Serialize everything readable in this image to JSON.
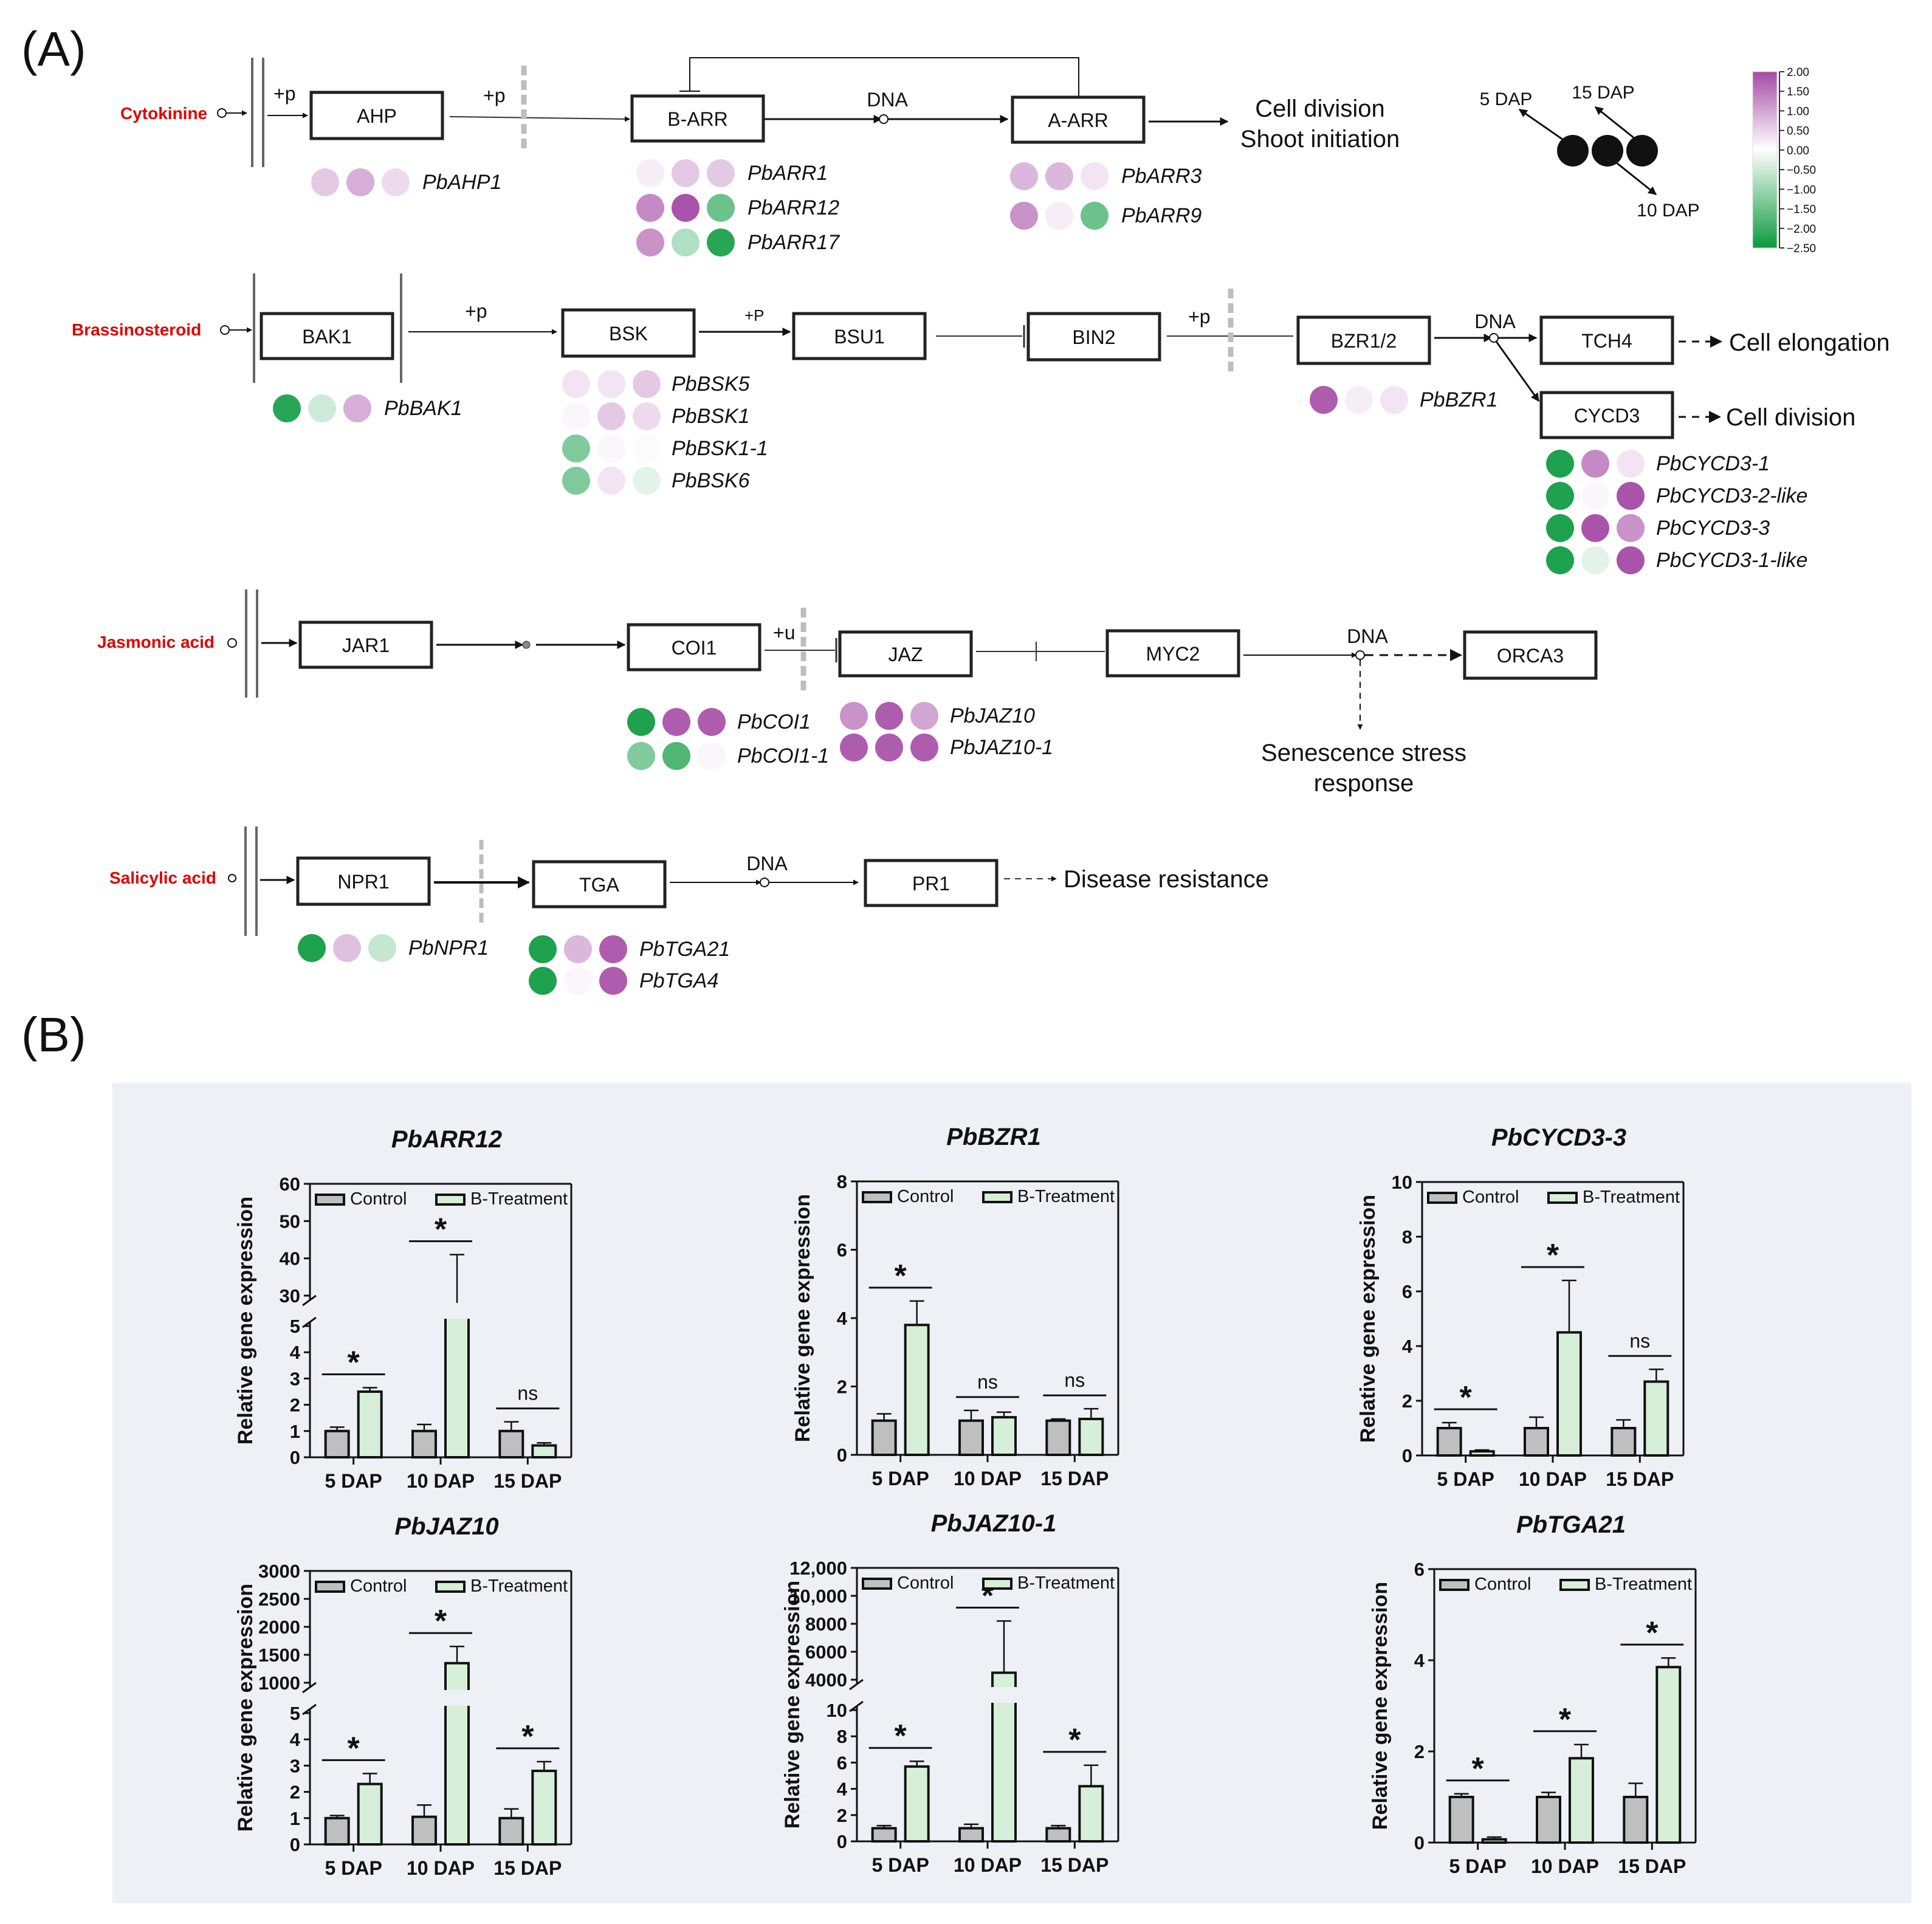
{
  "panel_labels": {
    "a": "(A)",
    "b": "(B)"
  },
  "colors": {
    "purple_strong": "#a54aa5",
    "purple_mid": "#c98cc9",
    "purple_light": "#e4c6e4",
    "purple_faint": "#f3e7f3",
    "neutral": "#faf6fa",
    "green_faint": "#e6f4ea",
    "green_light": "#b9e2c4",
    "green_mid": "#7fcb96",
    "green_strong": "#19a347",
    "control_bar": "#bfbfbf",
    "treatment_bar": "#d6efd8",
    "hormone_label": "#ff0000",
    "panel_b_background": "#edf0f5"
  },
  "legend_scale": {
    "ticks": [
      "2.00",
      "1.50",
      "1.00",
      "0.50",
      "0.00",
      "−0.50",
      "−1.00",
      "−1.50",
      "−2.00",
      "−2.50"
    ],
    "min": -2.5,
    "max": 2.0
  },
  "dap_key": {
    "a": "5 DAP",
    "b": "15 DAP",
    "c": "10 DAP"
  },
  "pathways": {
    "cytokinin": {
      "hormone": "Cytokinine",
      "nodes": {
        "ahp": "AHP",
        "barr": "B-ARR",
        "aarr": "A-ARR"
      },
      "labels": {
        "p1": "+p",
        "p2": "+p",
        "dna": "DNA",
        "out1": "Cell division",
        "out2": "Shoot initiation"
      },
      "genes": [
        {
          "name": "PbAHP1",
          "expr": [
            0.6,
            0.9,
            0.4
          ]
        },
        {
          "name": "PbARR1",
          "expr": [
            0.2,
            0.6,
            0.6
          ]
        },
        {
          "name": "PbARR12",
          "expr": [
            1.3,
            1.9,
            -1.5
          ]
        },
        {
          "name": "PbARR17",
          "expr": [
            1.2,
            -0.8,
            -2.2
          ]
        },
        {
          "name": "PbARR3",
          "expr": [
            0.8,
            0.8,
            0.3
          ]
        },
        {
          "name": "PbARR9",
          "expr": [
            1.2,
            0.2,
            -1.5
          ]
        }
      ]
    },
    "brassinosteroid": {
      "hormone": "Brassinosteroid",
      "nodes": {
        "bak1": "BAK1",
        "bsk": "BSK",
        "bsu1": "BSU1",
        "bin2": "BIN2",
        "bzr": "BZR1/2",
        "tch4": "TCH4",
        "cycd3": "CYCD3"
      },
      "labels": {
        "p1": "+p",
        "p2": "+P",
        "p3": "+p",
        "dna": "DNA",
        "out1": "Cell elongation",
        "out2": "Cell division"
      },
      "genes": [
        {
          "name": "PbBAK1",
          "expr": [
            -2.2,
            -0.5,
            0.9
          ]
        },
        {
          "name": "PbBSK5",
          "expr": [
            0.3,
            0.3,
            0.6
          ]
        },
        {
          "name": "PbBSK1",
          "expr": [
            0.1,
            0.6,
            0.4
          ]
        },
        {
          "name": "PbBSK1-1",
          "expr": [
            -1.3,
            0.1,
            0.05
          ]
        },
        {
          "name": "PbBSK6",
          "expr": [
            -1.3,
            0.3,
            -0.3
          ]
        },
        {
          "name": "PbBZR1",
          "expr": [
            1.8,
            0.2,
            0.3
          ]
        },
        {
          "name": "PbCYCD3-1",
          "expr": [
            -2.3,
            1.3,
            0.3
          ]
        },
        {
          "name": "PbCYCD3-2-like",
          "expr": [
            -2.3,
            0.1,
            1.9
          ]
        },
        {
          "name": "PbCYCD3-3",
          "expr": [
            -2.3,
            1.9,
            1.2
          ]
        },
        {
          "name": "PbCYCD3-1-like",
          "expr": [
            -2.3,
            -0.3,
            1.9
          ]
        }
      ]
    },
    "jasmonic": {
      "hormone": "Jasmonic acid",
      "nodes": {
        "jar1": "JAR1",
        "coi1": "COI1",
        "jaz": "JAZ",
        "myc2": "MYC2",
        "orca3": "ORCA3"
      },
      "labels": {
        "u": "+u",
        "dna": "DNA",
        "out1": "Senescence stress",
        "out2": "response"
      },
      "genes": [
        {
          "name": "PbCOI1",
          "expr": [
            -2.3,
            1.8,
            1.8
          ]
        },
        {
          "name": "PbCOI1-1",
          "expr": [
            -1.3,
            -1.8,
            0.1
          ]
        },
        {
          "name": "PbJAZ10",
          "expr": [
            1.2,
            1.8,
            1.0
          ]
        },
        {
          "name": "PbJAZ10-1",
          "expr": [
            1.8,
            1.8,
            1.8
          ]
        }
      ]
    },
    "salicylic": {
      "hormone": "Salicylic acid",
      "nodes": {
        "npr1": "NPR1",
        "tga": "TGA",
        "pr1": "PR1"
      },
      "labels": {
        "dna": "DNA",
        "out1": "Disease resistance"
      },
      "genes": [
        {
          "name": "PbNPR1",
          "expr": [
            -2.3,
            0.7,
            -0.6
          ]
        },
        {
          "name": "PbTGA21",
          "expr": [
            -2.3,
            0.8,
            1.8
          ]
        },
        {
          "name": "PbTGA4",
          "expr": [
            -2.3,
            0.1,
            1.8
          ]
        }
      ]
    }
  },
  "chart_data": [
    {
      "type": "bar",
      "title": "PbARR12",
      "ylabel": "Relative gene expression",
      "categories": [
        "5 DAP",
        "10 DAP",
        "15 DAP"
      ],
      "series": [
        {
          "name": "Control",
          "values": [
            1.0,
            1.0,
            1.0
          ],
          "errors": [
            0.15,
            0.25,
            0.35
          ]
        },
        {
          "name": "B-Treatment",
          "values": [
            2.5,
            28,
            0.45
          ],
          "errors": [
            0.15,
            13,
            0.1
          ]
        }
      ],
      "significance": [
        "*",
        "*",
        "ns"
      ],
      "y_axis_break": true,
      "ticks_lower": [
        "0",
        "1",
        "2",
        "3",
        "4",
        "5"
      ],
      "ticks_upper": [
        "30",
        "40",
        "50",
        "60"
      ],
      "ylim": [
        0,
        60
      ]
    },
    {
      "type": "bar",
      "title": "PbBZR1",
      "ylabel": "Relative gene expression",
      "categories": [
        "5 DAP",
        "10 DAP",
        "15 DAP"
      ],
      "series": [
        {
          "name": "Control",
          "values": [
            1.0,
            1.0,
            1.0
          ],
          "errors": [
            0.2,
            0.3,
            0.05
          ]
        },
        {
          "name": "B-Treatment",
          "values": [
            3.8,
            1.1,
            1.05
          ],
          "errors": [
            0.7,
            0.15,
            0.3
          ]
        }
      ],
      "significance": [
        "*",
        "ns",
        "ns"
      ],
      "ticks": [
        "0",
        "2",
        "4",
        "6",
        "8"
      ],
      "ylim": [
        0,
        8
      ]
    },
    {
      "type": "bar",
      "title": "PbCYCD3-3",
      "ylabel": "Relative gene expression",
      "categories": [
        "5 DAP",
        "10 DAP",
        "15 DAP"
      ],
      "series": [
        {
          "name": "Control",
          "values": [
            1.0,
            1.0,
            1.0
          ],
          "errors": [
            0.2,
            0.4,
            0.3
          ]
        },
        {
          "name": "B-Treatment",
          "values": [
            0.15,
            4.5,
            2.7
          ],
          "errors": [
            0.05,
            1.9,
            0.45
          ]
        }
      ],
      "significance": [
        "*",
        "*",
        "ns"
      ],
      "ticks": [
        "0",
        "2",
        "4",
        "6",
        "8",
        "10"
      ],
      "ylim": [
        0,
        10
      ]
    },
    {
      "type": "bar",
      "title": "PbJAZ10",
      "ylabel": "Relative gene expression",
      "categories": [
        "5 DAP",
        "10 DAP",
        "15 DAP"
      ],
      "series": [
        {
          "name": "Control",
          "values": [
            1.0,
            1.05,
            1.0
          ],
          "errors": [
            0.1,
            0.45,
            0.35
          ]
        },
        {
          "name": "B-Treatment",
          "values": [
            2.3,
            1350,
            2.8
          ],
          "errors": [
            0.4,
            300,
            0.35
          ]
        }
      ],
      "significance": [
        "*",
        "*",
        "*"
      ],
      "y_axis_break": true,
      "ticks_lower": [
        "0",
        "1",
        "2",
        "3",
        "4",
        "5"
      ],
      "ticks_upper": [
        "1000",
        "1500",
        "2000",
        "2500",
        "3000"
      ],
      "ylim": [
        0,
        3000
      ]
    },
    {
      "type": "bar",
      "title": "PbJAZ10-1",
      "ylabel": "Relative gene expression",
      "categories": [
        "5 DAP",
        "10 DAP",
        "15 DAP"
      ],
      "series": [
        {
          "name": "Control",
          "values": [
            1.0,
            1.0,
            1.0
          ],
          "errors": [
            0.2,
            0.3,
            0.2
          ]
        },
        {
          "name": "B-Treatment",
          "values": [
            5.7,
            4500,
            4.2
          ],
          "errors": [
            0.4,
            3700,
            1.6
          ]
        }
      ],
      "significance": [
        "*",
        "*",
        "*"
      ],
      "y_axis_break": true,
      "ticks_lower": [
        "0",
        "2",
        "4",
        "6",
        "8",
        "10"
      ],
      "ticks_upper": [
        "4000",
        "6000",
        "8000",
        "10,000",
        "12,000"
      ],
      "ylim": [
        0,
        12000
      ]
    },
    {
      "type": "bar",
      "title": "PbTGA21",
      "ylabel": "Relative gene expression",
      "categories": [
        "5 DAP",
        "10 DAP",
        "15 DAP"
      ],
      "series": [
        {
          "name": "Control",
          "values": [
            1.0,
            1.0,
            1.0
          ],
          "errors": [
            0.07,
            0.1,
            0.3
          ]
        },
        {
          "name": "B-Treatment",
          "values": [
            0.07,
            1.85,
            3.85
          ],
          "errors": [
            0.05,
            0.3,
            0.2
          ]
        }
      ],
      "significance": [
        "*",
        "*",
        "*"
      ],
      "ticks": [
        "0",
        "2",
        "4",
        "6"
      ],
      "ylim": [
        0,
        6
      ]
    }
  ]
}
